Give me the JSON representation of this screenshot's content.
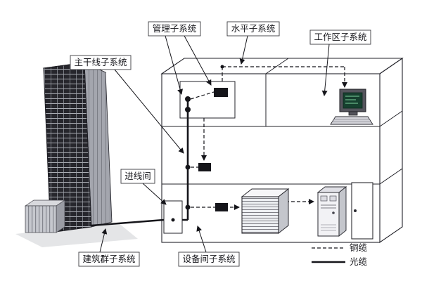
{
  "diagram": {
    "labels": {
      "management": "管理子系统",
      "horizontal": "水平子系统",
      "work_area": "工作区子系统",
      "backbone": "主干线子系统",
      "entrance_room": "进线间",
      "campus": "建筑群子系统",
      "equipment_room": "设备间子系统"
    },
    "legend": {
      "copper": "铜缆",
      "fiber": "光缆"
    },
    "colors": {
      "background": "#ffffff",
      "diagram_line": "#15151a",
      "entrance_label": "#a03028",
      "building_facade": "#26262c",
      "monitor_screen": "#16402f"
    }
  }
}
